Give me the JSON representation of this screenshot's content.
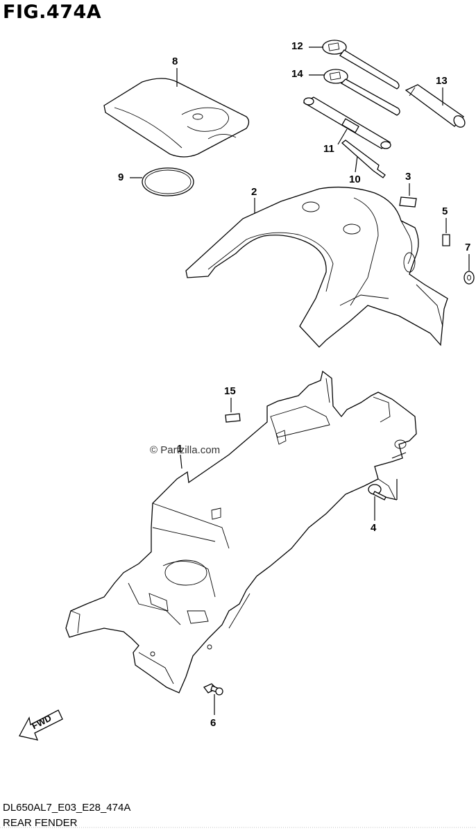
{
  "figure": {
    "title": "FIG.474A",
    "model_code": "DL650AL7_E03_E28_474A",
    "caption": "REAR FENDER",
    "watermark": "© Partzilla.com",
    "direction_label": "FWD"
  },
  "callouts": [
    "8",
    "12",
    "14",
    "13",
    "11",
    "10",
    "9",
    "3",
    "2",
    "5",
    "7",
    "15",
    "1",
    "4",
    "6"
  ]
}
